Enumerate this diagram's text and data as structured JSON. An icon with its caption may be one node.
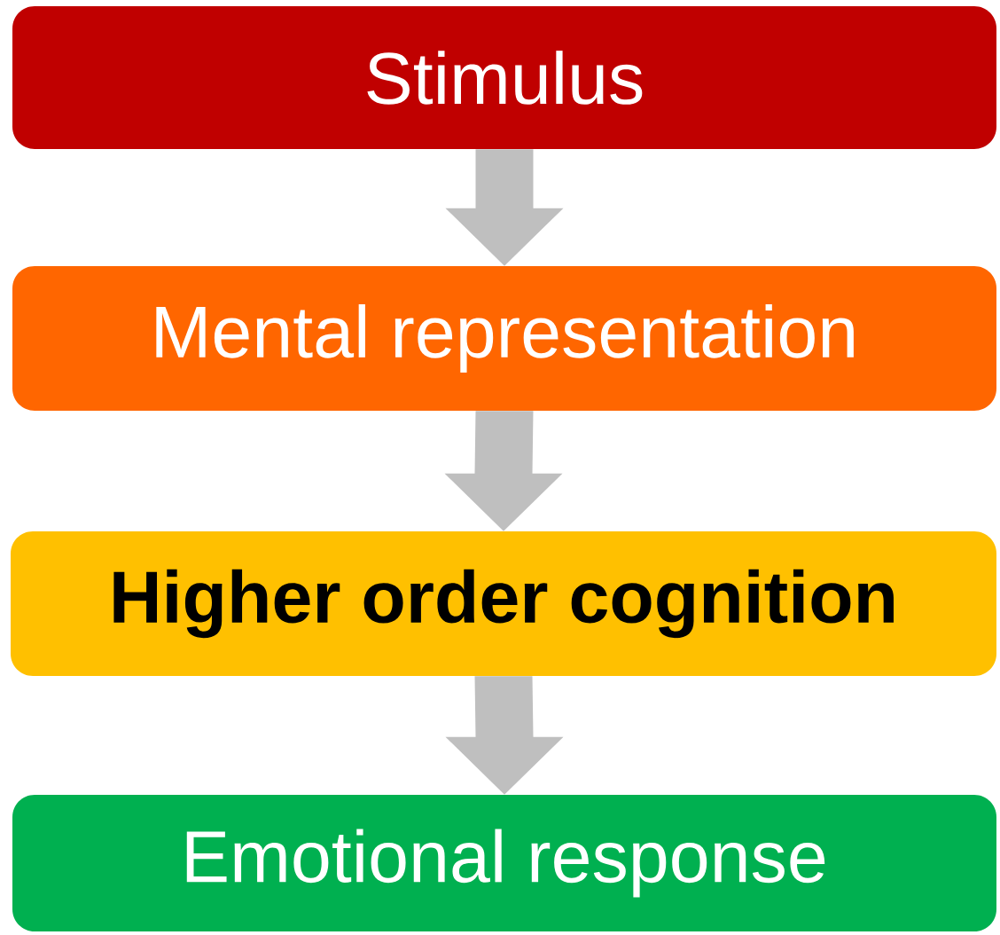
{
  "diagram": {
    "nodes": [
      {
        "text": [
          "Stimulus"
        ]
      },
      {
        "text": [
          "Mental representation"
        ]
      },
      {
        "text": [
          "Higher order cognition"
        ]
      },
      {
        "text": [
          "Emotional response"
        ]
      }
    ],
    "edges": [
      {
        "from": 0,
        "to": 1,
        "arrow": "to"
      },
      {
        "from": 1,
        "to": 2,
        "arrow": "to"
      },
      {
        "from": 2,
        "to": 3,
        "arrow": "to"
      }
    ]
  }
}
